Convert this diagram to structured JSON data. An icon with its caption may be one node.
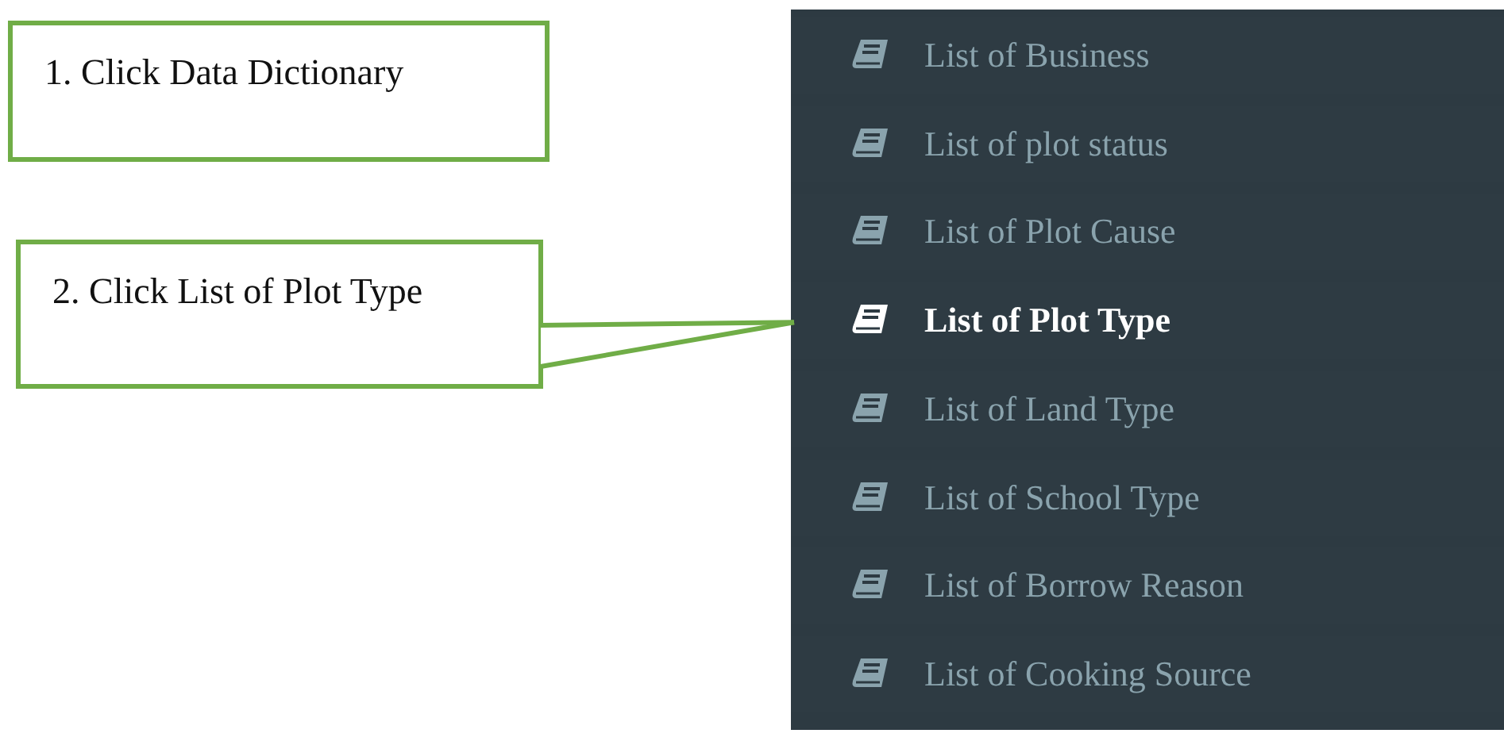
{
  "diagram": {
    "nodes": [
      {
        "text": [
          "1. Click Data Dictionary"
        ]
      },
      {
        "text": [
          "2. Click List of Plot Type"
        ]
      },
      {
        "text": [],
        "shape": "box"
      },
      {
        "text": [
          "List of Business"
        ],
        "in": 2
      },
      {
        "text": [
          "List of plot status"
        ],
        "in": 2
      },
      {
        "text": [
          "List of Plot Cause"
        ],
        "in": 2
      },
      {
        "text": [
          "List of Plot Type"
        ],
        "in": 2
      },
      {
        "text": [
          "List of Land Type"
        ],
        "in": 2
      },
      {
        "text": [
          "List of School Type"
        ],
        "in": 2
      },
      {
        "text": [
          "List of Borrow Reason"
        ],
        "in": 2
      },
      {
        "text": [
          "List of Cooking Source"
        ],
        "in": 2
      }
    ],
    "edges": [
      {
        "from": 1,
        "to": 6,
        "arrow": "none"
      }
    ]
  }
}
